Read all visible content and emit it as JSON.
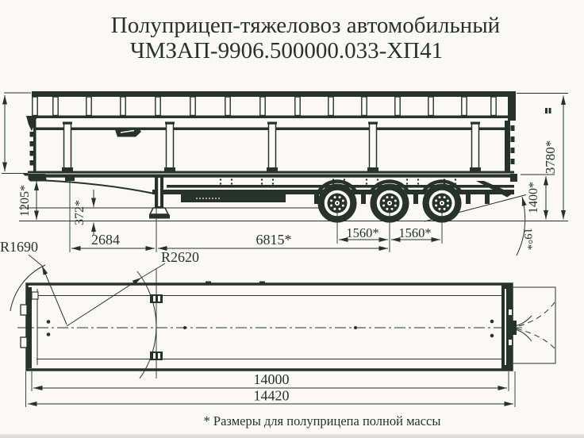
{
  "title": {
    "line1": "Полуприцеп-тяжеловоз автомобильный",
    "line2": "ЧМЗАП-9906.500000.033-ХП41"
  },
  "views": {
    "side": {
      "name": "side view",
      "dimensions": {
        "loading_height": "1205*",
        "ground_clearance": "372*",
        "kingpin_to_landing_gear": "2684",
        "landing_gear_to_bogie": "6815*",
        "axle_spacing_front": "1560*",
        "axle_spacing_rear": "1560*",
        "rear_frame_height": "1400*",
        "overall_height": "3780*",
        "departure_angle": "19°*"
      }
    },
    "top": {
      "name": "top view",
      "dimensions": {
        "front_turning_radius": "R1690",
        "rear_turning_radius": "R2620",
        "platform_length": "14000",
        "overall_length": "14420"
      }
    }
  },
  "footnote": "* Размеры для полуприцепа полной массы",
  "colors": {
    "ink": "#27322c",
    "paper": "#faf9f5"
  }
}
